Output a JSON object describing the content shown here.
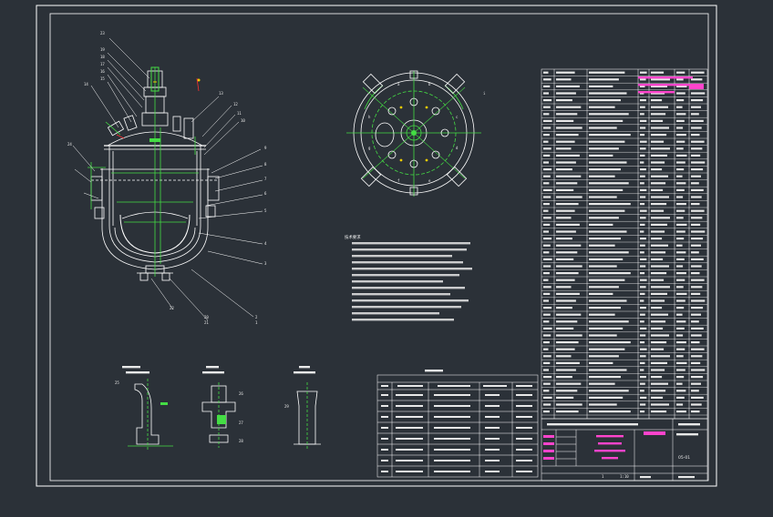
{
  "drawing": {
    "part_numbers": [
      "23",
      "19",
      "18",
      "17",
      "16",
      "15",
      "14",
      "13",
      "12",
      "11",
      "10",
      "9",
      "8",
      "7",
      "6",
      "5",
      "4",
      "3",
      "2",
      "1",
      "20",
      "21",
      "22",
      "24"
    ],
    "flange_marks": [
      "a",
      "b",
      "c",
      "d",
      "e",
      "f",
      "g",
      "h",
      "i"
    ],
    "detail_numbers": [
      "25",
      "26",
      "27",
      "28",
      "29"
    ],
    "drawing_no": "05-01",
    "scale": "1:10",
    "sheet": "1",
    "tech_notes_title": "技术要求",
    "colors": {
      "background": "#2b3138",
      "frame": "#ffffff",
      "line": "#ffffff",
      "green": "#44dd44",
      "magenta": "#ff44cc",
      "yellow": "#eecc00",
      "red": "#ff3030",
      "cyan": "#44cccc"
    }
  }
}
